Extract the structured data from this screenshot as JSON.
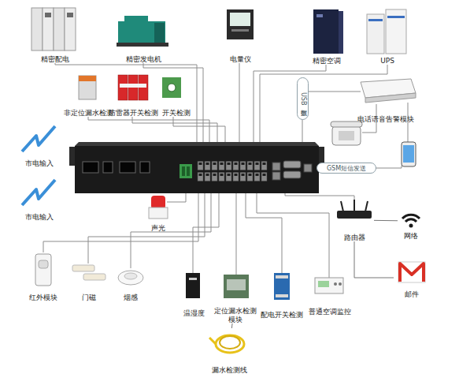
{
  "diagram": {
    "nodes": [
      {
        "text": [
          "精密配电"
        ]
      },
      {
        "text": [
          "精密发电机"
        ]
      },
      {
        "text": [
          "电量仪"
        ]
      },
      {
        "text": [
          "精密空调"
        ]
      },
      {
        "text": [
          "UPS"
        ]
      },
      {
        "text": [
          "非定位漏水检测"
        ]
      },
      {
        "text": [
          "防雷器开关检测"
        ]
      },
      {
        "text": [
          "开关检测"
        ]
      },
      {
        "text": [
          "电话语音告警模块"
        ]
      },
      {
        "text": [
          "市电输入"
        ]
      },
      {
        "text": [
          "市电输入"
        ]
      },
      {
        "text": [
          "声光"
        ]
      },
      {
        "text": [
          "路由器"
        ]
      },
      {
        "text": [
          "网络"
        ]
      },
      {
        "text": [
          "邮件"
        ]
      },
      {
        "text": [
          "红外模块"
        ]
      },
      {
        "text": [
          "门磁"
        ]
      },
      {
        "text": [
          "烟感"
        ]
      },
      {
        "text": [
          "温湿度"
        ]
      },
      {
        "text": [
          "定位漏水检测模块"
        ]
      },
      {
        "text": [
          "配电开关检测"
        ]
      },
      {
        "text": [
          "普通空调监控"
        ]
      },
      {
        "text": [
          "漏水检测线"
        ]
      }
    ],
    "edges": [
      {
        "from": 12,
        "to": 13,
        "arrow": "none"
      },
      {
        "from": 12,
        "to": 14,
        "arrow": "none"
      },
      {
        "from": 19,
        "to": 22,
        "arrow": "none"
      }
    ],
    "labels": [
      "USB数据",
      "GSM短信发送"
    ]
  }
}
